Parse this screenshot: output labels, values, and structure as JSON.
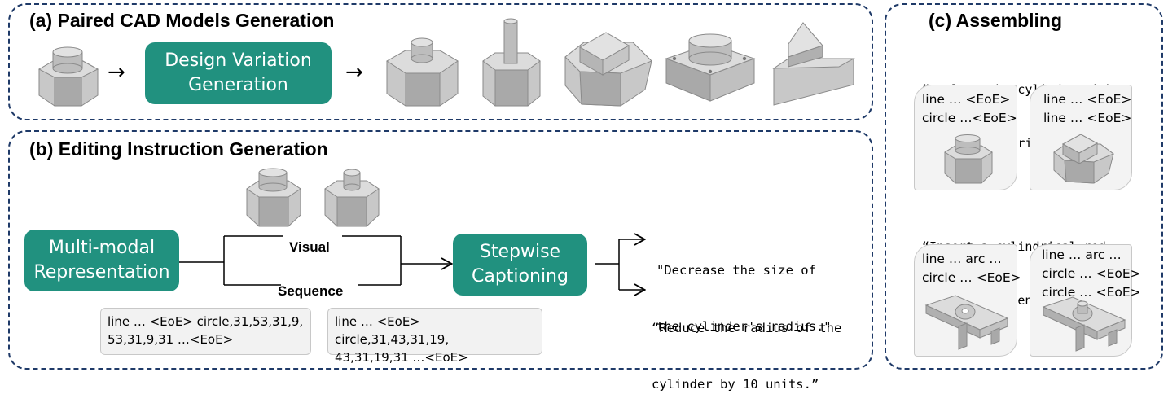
{
  "panel_a": {
    "title": "(a) Paired CAD Models Generation",
    "arrow_symbol": "→",
    "process_box": [
      "Design Variation",
      "Generation"
    ]
  },
  "panel_b": {
    "title": "(b) Editing Instruction Generation",
    "input_box": [
      "Multi-modal",
      "Representation"
    ],
    "branch_visual_label": "Visual",
    "branch_sequence_label": "Sequence",
    "process_box": [
      "Stepwise",
      "Captioning"
    ],
    "sequence_1": [
      "line … <EoE> circle,31,53,31,9,",
      "53,31,9,31 …<EoE>"
    ],
    "sequence_2": [
      "line … <EoE> circle,31,43,31,19,",
      "43,31,19,31 …<EoE>"
    ],
    "output_1": [
      "\"Decrease the size of",
      "the cylinder's radius.\""
    ],
    "output_2": [
      "“Reduce the radius of the",
      "cylinder by 10 units.”"
    ]
  },
  "panel_c": {
    "title": "(c) Assembling",
    "instruction_1": [
      "“Replace the cylinder with a",
      "rectangular prism.”"
    ],
    "card_1": [
      "line … <EoE>",
      "circle …<EoE>"
    ],
    "card_2": [
      "line … <EoE>",
      "line … <EoE>"
    ],
    "instruction_2": [
      "“Insert a cylindrical rod",
      "through the central hole.”"
    ],
    "card_3": [
      "line … arc …",
      "circle … <EoE>"
    ],
    "card_4": [
      "line … arc …",
      "circle … <EoE>",
      "circle … <EoE>"
    ]
  },
  "colors": {
    "panel_border": "#1f3a68",
    "teal_box": "#21917f",
    "gray_shape": "#c4c4c4"
  },
  "icons": [
    "right-arrow-icon",
    "cad-hex-prism-with-cylinder-icon",
    "cad-bracket-icon"
  ]
}
